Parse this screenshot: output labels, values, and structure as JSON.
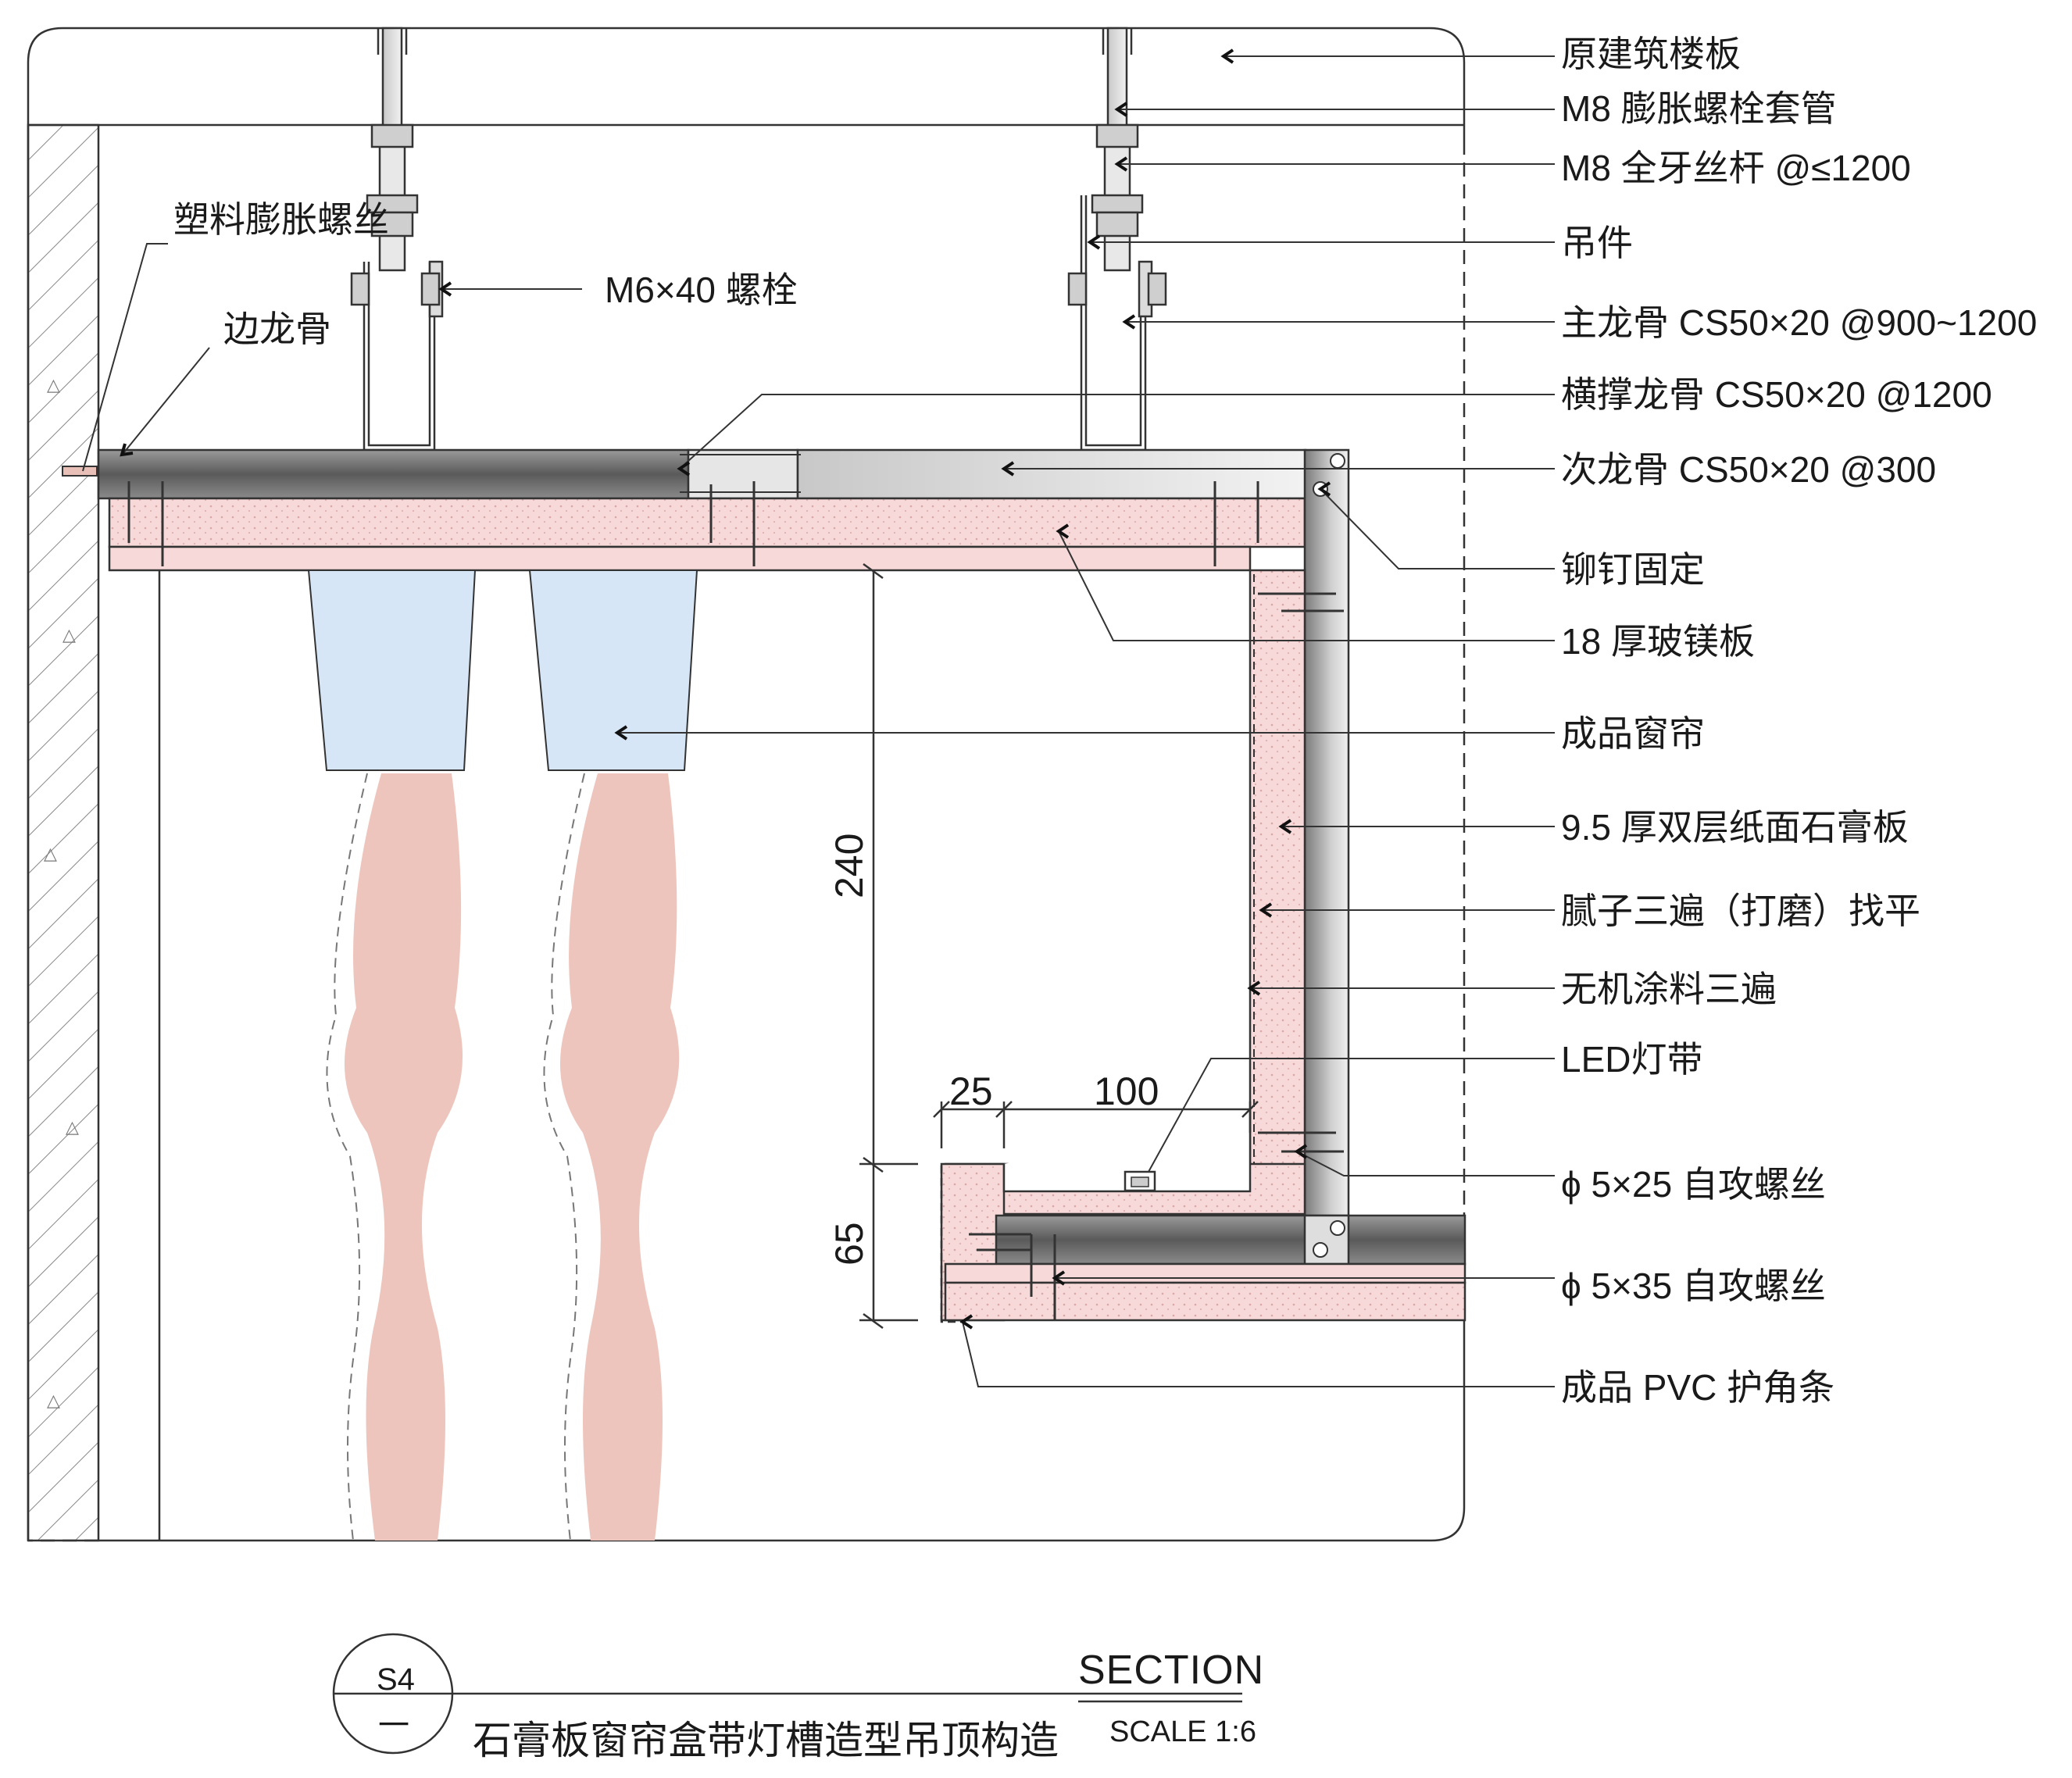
{
  "callouts_right": [
    {
      "id": "floor-slab",
      "text": "原建筑楼板"
    },
    {
      "id": "m8-sleeve",
      "text": "M8 膨胀螺栓套管"
    },
    {
      "id": "m8-rod",
      "text": "M8 全牙丝杆 @≤1200"
    },
    {
      "id": "hanger",
      "text": "吊件"
    },
    {
      "id": "main-keel",
      "text": "主龙骨 CS50×20 @900~1200"
    },
    {
      "id": "cross-keel",
      "text": "横撑龙骨 CS50×20 @1200"
    },
    {
      "id": "sub-keel",
      "text": "次龙骨 CS50×20 @300"
    },
    {
      "id": "rivet",
      "text": "铆钉固定"
    },
    {
      "id": "mgo-board",
      "text": "18 厚玻镁板"
    },
    {
      "id": "curtain",
      "text": "成品窗帘"
    },
    {
      "id": "gypsum",
      "text": "9.5 厚双层纸面石膏板"
    },
    {
      "id": "putty",
      "text": "腻子三遍（打磨）找平"
    },
    {
      "id": "paint",
      "text": "无机涂料三遍"
    },
    {
      "id": "led",
      "text": "LED灯带"
    },
    {
      "id": "screw-25",
      "text": "ϕ 5×25 自攻螺丝"
    },
    {
      "id": "screw-35",
      "text": "ϕ 5×35 自攻螺丝"
    },
    {
      "id": "pvc-corner",
      "text": "成品 PVC 护角条"
    }
  ],
  "callouts_left": {
    "plastic_anchor": "塑料膨胀螺丝",
    "edge_keel": "边龙骨",
    "bolt": "M6×40 螺栓"
  },
  "dimensions": {
    "d240": "240",
    "d65": "65",
    "d25": "25",
    "d100": "100"
  },
  "title_block": {
    "tag_top": "S4",
    "tag_bottom": "一",
    "section": "SECTION",
    "title": "石膏板窗帘盒带灯槽造型吊顶构造",
    "scale": "SCALE 1:6"
  },
  "colors": {
    "line": "#1a1a1a",
    "board_pink": "#f7d9d9",
    "steel_dark": "#6e6e6e",
    "curtain_blue": "#d6e6f7",
    "curtain_fabric": "#eec5bd"
  }
}
